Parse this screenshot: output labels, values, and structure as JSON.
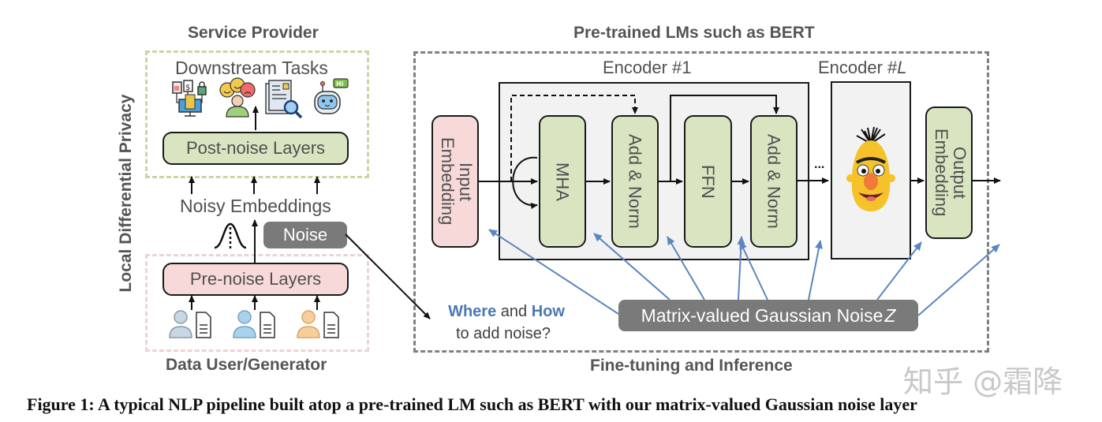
{
  "left": {
    "side_label": "Local Differential Privacy",
    "service_provider_title": "Service Provider",
    "downstream_tasks_label": "Downstream Tasks",
    "task_icons": [
      "finance-icon",
      "sentiment-icon",
      "document-search-icon",
      "chatbot-icon"
    ],
    "chatbot_bubble": "Hi",
    "post_noise_label": "Post-noise Layers",
    "noisy_embeddings_label": "Noisy Embeddings",
    "noise_label": "Noise",
    "pre_noise_label": "Pre-noise Layers",
    "data_user_title": "Data User/Generator",
    "users": [
      {
        "name": "user-1",
        "color": "#c9d6e3"
      },
      {
        "name": "user-2",
        "color": "#a9d3ec"
      },
      {
        "name": "user-3",
        "color": "#f8cf9c"
      }
    ]
  },
  "right": {
    "top_title": "Pre-trained LMs such as BERT",
    "bottom_title": "Fine-tuning and Inference",
    "encoder1_label": "Encoder #1",
    "encoderL_label_prefix": "Encoder #",
    "encoderL_label_var": "L",
    "input_embedding_label": "Input Embedding",
    "mha_label": "MHA",
    "add_norm_label": "Add & Norm",
    "ffn_label": "FFN",
    "output_embedding_label": "Output Embedding",
    "ellipsis": "...",
    "noise_box_label": "Matrix-valued Gaussian Noise ",
    "noise_box_var": "Z",
    "question": {
      "where": "Where",
      "and": " and ",
      "how": "How",
      "line2": "to add noise?"
    }
  },
  "colors": {
    "green_fill": "#d9e5c1",
    "pink_fill": "#f8d9da",
    "dark_box": "#7a7a7a",
    "blue_arrow": "#5b86bf",
    "blue_text": "#4a79b5"
  },
  "caption": "Figure 1: A typical NLP pipeline built atop a pre-trained LM such as BERT with our matrix-valued Gaussian noise layer",
  "watermark": "知乎 @霜降"
}
